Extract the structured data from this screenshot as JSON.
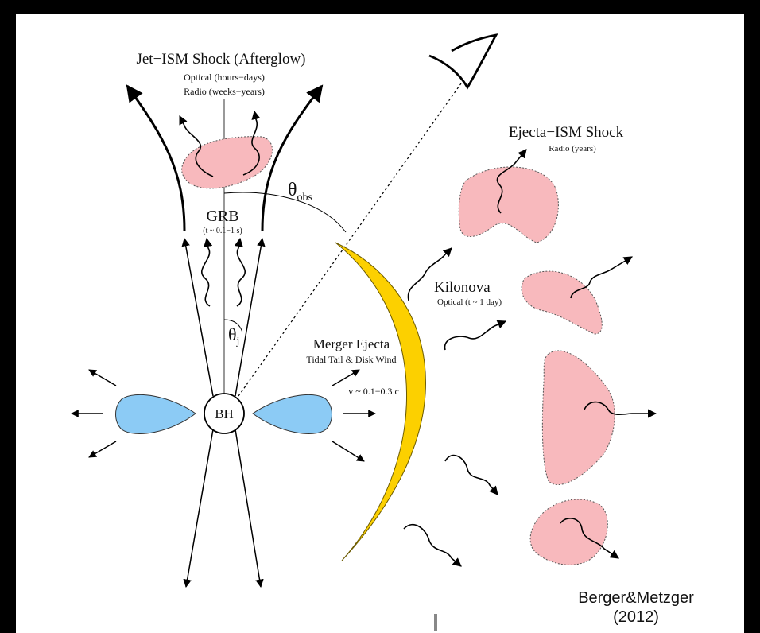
{
  "labels": {
    "jet_shock_title": "Jet−ISM Shock (Afterglow)",
    "jet_shock_optical": "Optical (hours−days)",
    "jet_shock_radio": "Radio (weeks−years)",
    "theta_obs_symbol": "θ",
    "theta_obs_subscript": "obs",
    "grb_title": "GRB",
    "grb_duration": "(t ~ 0.1−1 s)",
    "theta_j_symbol": "θ",
    "theta_j_subscript": "j",
    "bh_label": "BH",
    "merger_ejecta_title": "Merger Ejecta",
    "merger_ejecta_sub": "Tidal Tail & Disk Wind",
    "velocity": "v ~ 0.1−0.3 c",
    "ejecta_shock_title": "Ejecta−ISM Shock",
    "ejecta_shock_radio": "Radio (years)",
    "kilonova_title": "Kilonova",
    "kilonova_optical": "Optical (t ~ 1 day)",
    "credit_line1": "Berger&Metzger",
    "credit_line2": "(2012)"
  },
  "colors": {
    "background": "#000000",
    "panel": "#ffffff",
    "afterglow_pink": "#f8b9bd",
    "disk_blue": "#8ccbf5",
    "kilonova_yellow": "#fcd000"
  },
  "icons": {
    "observer": "observer-eye-icon"
  }
}
